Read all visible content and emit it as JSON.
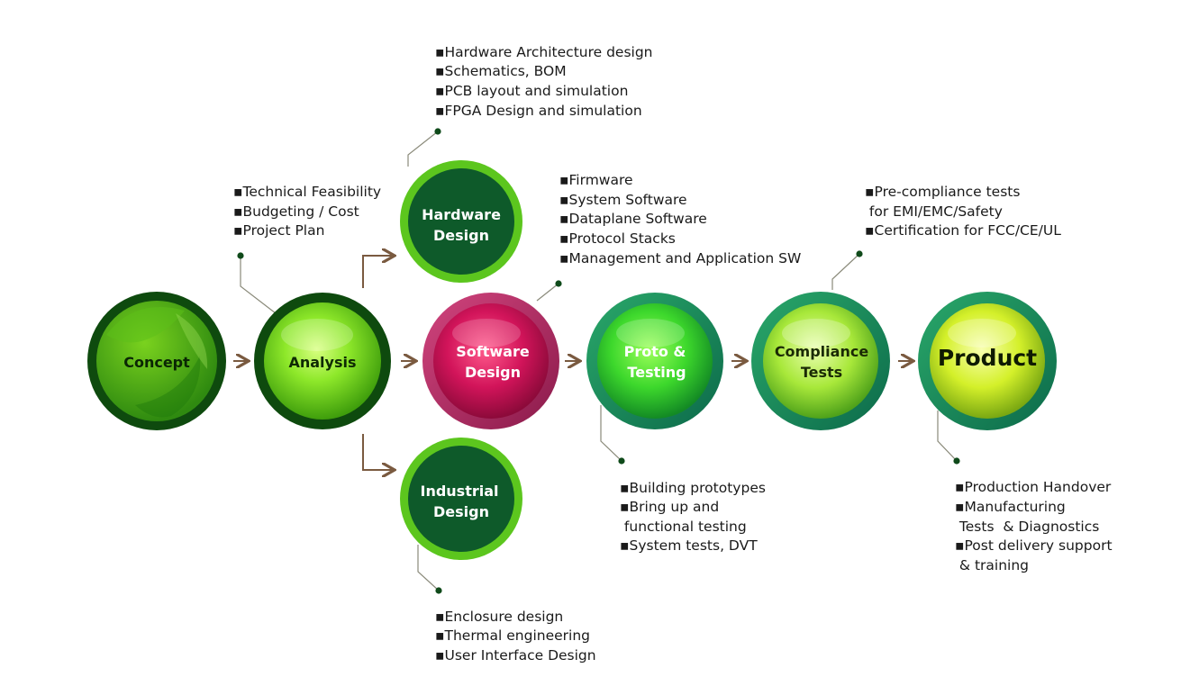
{
  "colors": {
    "dark_green": "#0e4a22",
    "lime": "#7fe01f",
    "magenta": "#c21257",
    "teal": "#1e8a5a",
    "arrow": "#7a5a40",
    "connector": "#8a8a7a",
    "dot": "#0f4a1a"
  },
  "stages": {
    "concept": {
      "label": "Concept"
    },
    "analysis": {
      "label": "Analysis"
    },
    "hardware": {
      "line1": "Hardware",
      "line2": "Design"
    },
    "software": {
      "line1": "Software",
      "line2": "Design"
    },
    "industrial": {
      "line1": "Industrial",
      "line2": "Design"
    },
    "proto": {
      "line1": "Proto &",
      "line2": "Testing"
    },
    "compliance": {
      "line1": "Compliance",
      "line2": "Tests"
    },
    "product": {
      "label": "Product"
    }
  },
  "notes": {
    "analysis": [
      "▪Technical Feasibility",
      "▪Budgeting / Cost",
      "▪Project Plan"
    ],
    "hardware": [
      "▪Hardware Architecture design",
      "▪Schematics, BOM",
      "▪PCB layout  and simulation",
      "▪FPGA Design and simulation"
    ],
    "software": [
      "▪Firmware",
      "▪System Software",
      "▪Dataplane Software",
      "▪Protocol Stacks",
      "▪Management and Application SW"
    ],
    "compliance": [
      "▪Pre-compliance tests",
      " for EMI/EMC/Safety",
      "▪Certification for FCC/CE/UL"
    ],
    "proto": [
      "▪Building prototypes",
      "▪Bring up and",
      " functional testing",
      "▪System tests, DVT"
    ],
    "product": [
      "▪Production Handover",
      "▪Manufacturing",
      " Tests  & Diagnostics",
      "▪Post delivery support",
      " & training"
    ],
    "industrial": [
      "▪Enclosure design",
      "▪Thermal engineering",
      "▪User Interface Design"
    ]
  }
}
